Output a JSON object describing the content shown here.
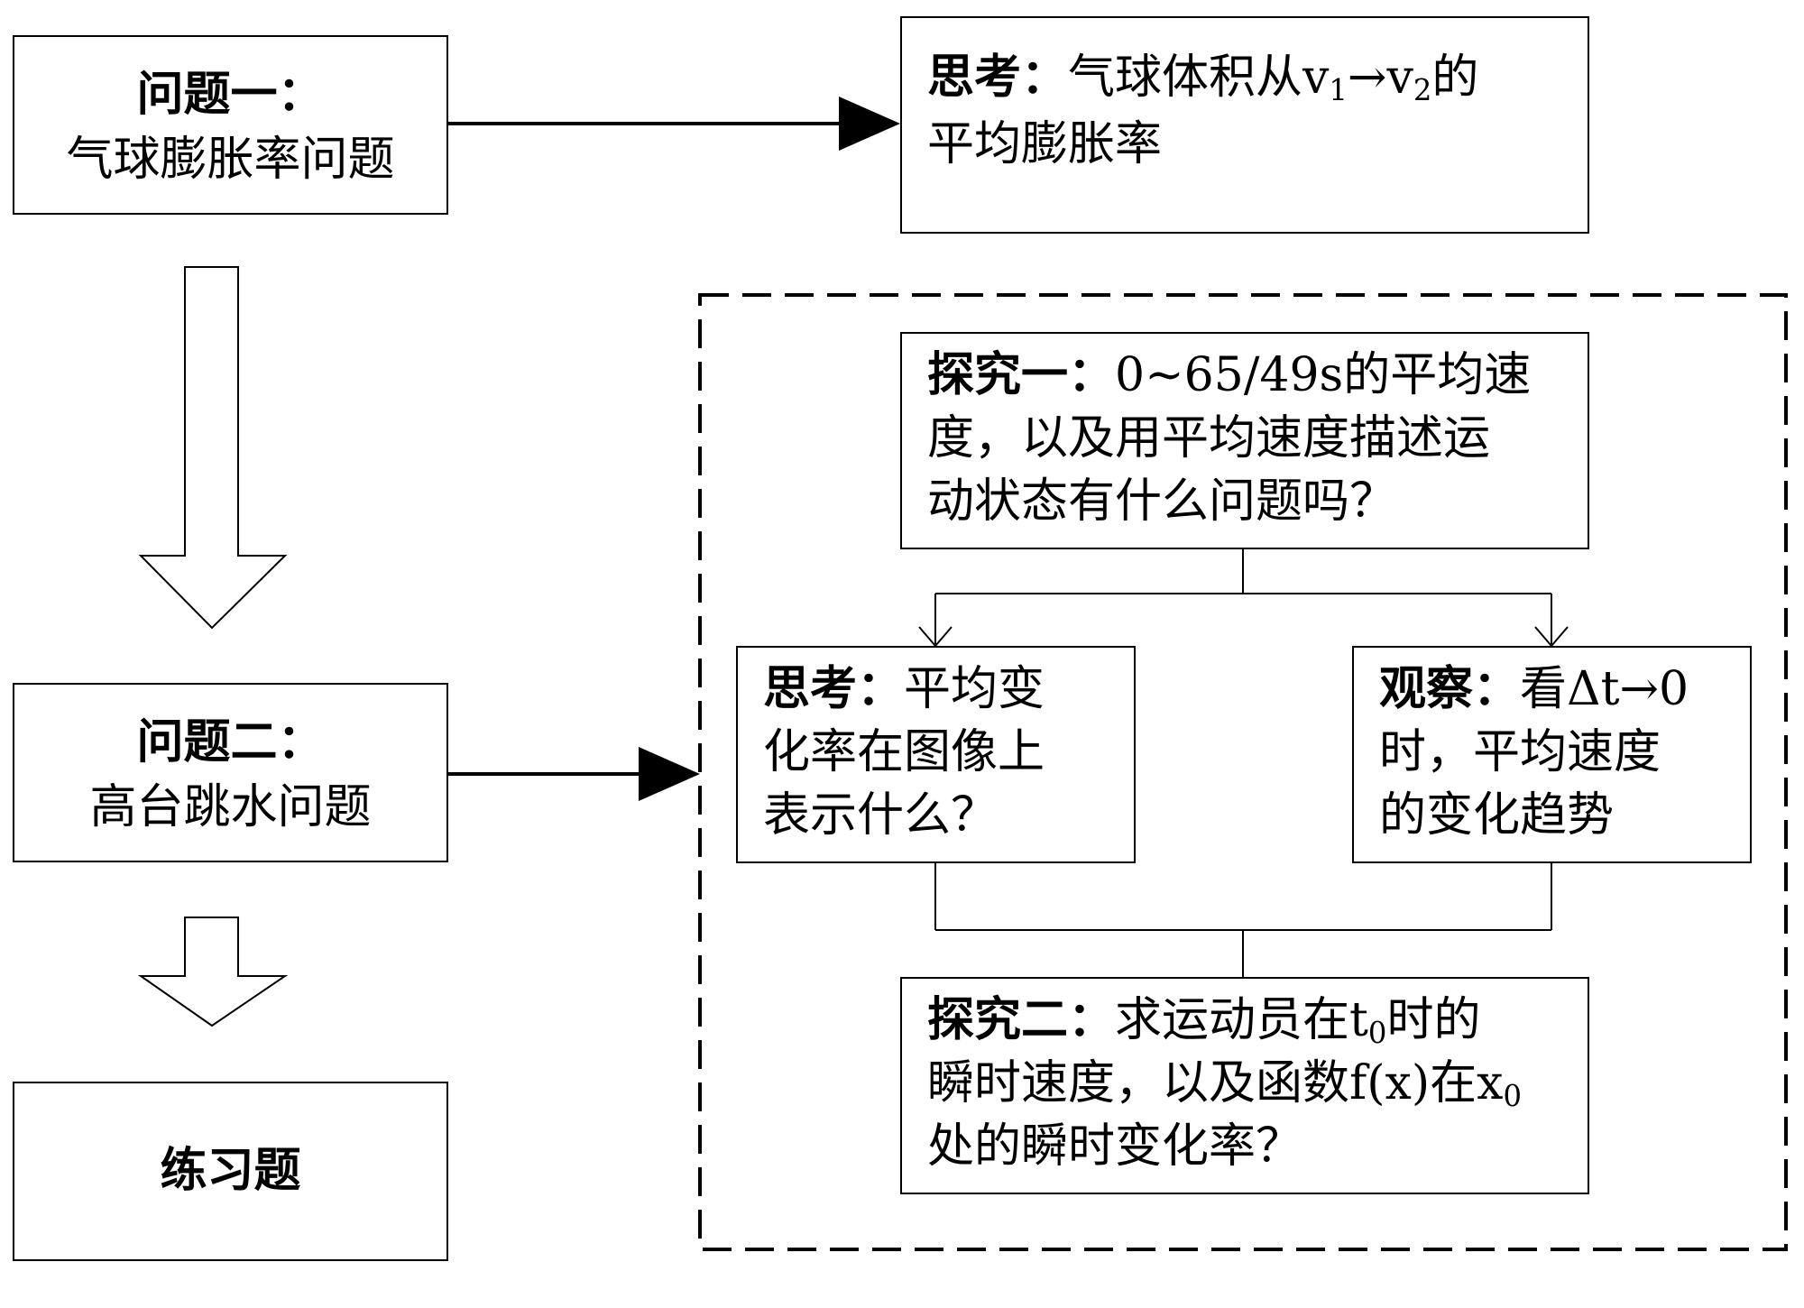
{
  "q1": {
    "heading": "问题一：",
    "text": "气球膨胀率问题"
  },
  "think1": {
    "label": "思考：",
    "line1_a": "气球体积从v",
    "sub1": "1",
    "arrow": "→",
    "line1_b": "v",
    "sub2": "2",
    "line1_c": "的",
    "line2": "平均膨胀率"
  },
  "q2": {
    "heading": "问题二：",
    "text": "高台跳水问题"
  },
  "practice": {
    "label": "练习题"
  },
  "explore1": {
    "label": "探究一：",
    "line1": "0~65/49s的平均速",
    "line2": "度，以及用平均速度描述运",
    "line3": "动状态有什么问题吗？"
  },
  "think2": {
    "label": "思考：",
    "line1": "平均变",
    "line2": "化率在图像上",
    "line3": "表示什么？"
  },
  "observe": {
    "label": "观察：",
    "line1": "看Δt→0",
    "line2": "时，平均速度",
    "line3": "的变化趋势"
  },
  "explore2": {
    "label": "探究二：",
    "line1_a": "求运动员在t",
    "line1_sub": "0",
    "line1_b": "时的",
    "line2_a": "瞬时速度，以及函数f(x)在x",
    "line2_sub": "0",
    "line3": "处的瞬时变化率？"
  }
}
